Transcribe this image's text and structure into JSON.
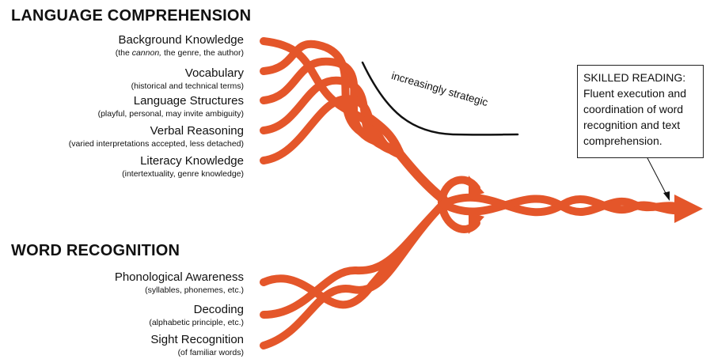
{
  "language_comprehension": {
    "title": "LANGUAGE COMPREHENSION",
    "strands": [
      {
        "name": "Background Knowledge",
        "sub_before": "(the ",
        "sub_em": "cannon,",
        "sub_after": " the genre, the author)"
      },
      {
        "name": "Vocabulary",
        "sub": "(historical and technical terms)"
      },
      {
        "name": "Language Structures",
        "sub": "(playful, personal, may invite ambiguity)"
      },
      {
        "name": "Verbal Reasoning",
        "sub": "(varied interpretations accepted, less detached)"
      },
      {
        "name": "Literacy Knowledge",
        "sub": "(intertextuality, genre knowledge)"
      }
    ]
  },
  "word_recognition": {
    "title": "WORD RECOGNITION",
    "strands": [
      {
        "name": "Phonological Awareness",
        "sub": "(syllables, phonemes, etc.)"
      },
      {
        "name": "Decoding",
        "sub": "(alphabetic principle, etc.)"
      },
      {
        "name": "Sight Recognition",
        "sub": "(of familiar words)"
      }
    ]
  },
  "annotation": "increasingly strategic",
  "skilled_reading": "SKILLED READING: Fluent execution and coordination of word recognition and text comprehension.",
  "colors": {
    "rope": "#e4562a",
    "text": "#111111",
    "curve": "#111111"
  }
}
